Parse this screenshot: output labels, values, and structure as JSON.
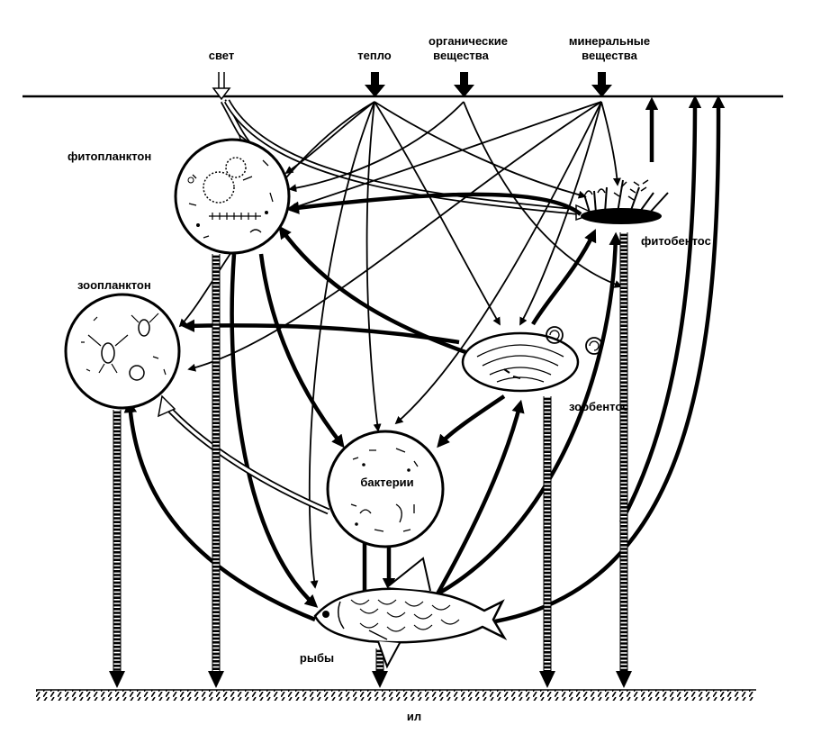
{
  "diagram": {
    "inputs": {
      "light": "свет",
      "heat": "тепло",
      "organic": "органические вещества",
      "mineral": "минеральные вещества"
    },
    "nodes": {
      "phytoplankton": "фитопланктон",
      "zooplankton": "зоопланктон",
      "phytobenthos": "фитобентос",
      "zoobenthos": "зообентос",
      "bacteria": "бактерии",
      "fish": "рыбы",
      "silt": "ил"
    }
  }
}
